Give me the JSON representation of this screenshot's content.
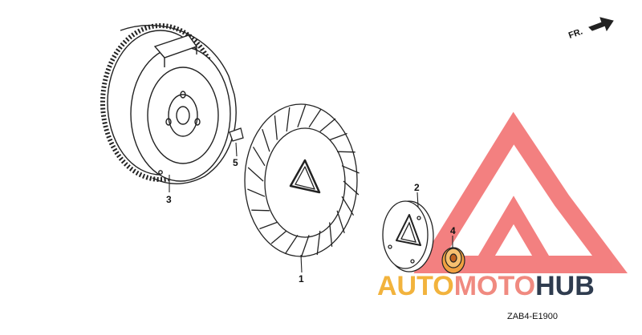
{
  "parts": [
    {
      "number": "1",
      "part": "cooling fan"
    },
    {
      "number": "2",
      "part": "fan plate"
    },
    {
      "number": "3",
      "part": "flywheel"
    },
    {
      "number": "4",
      "part": "flange nut"
    },
    {
      "number": "5",
      "part": "woodruff key"
    }
  ],
  "direction_label": "FR.",
  "diagram_code": "ZAB4-E1900",
  "watermark": {
    "word1": "AUTO",
    "word2": "MOTO",
    "word3": "HUB",
    "color_accent": "#f2b33d",
    "color_mid": "#f08a80",
    "color_dark": "#2f3c4f"
  },
  "colors": {
    "line": "#222222",
    "triangle_logo": "#f16b6b"
  }
}
